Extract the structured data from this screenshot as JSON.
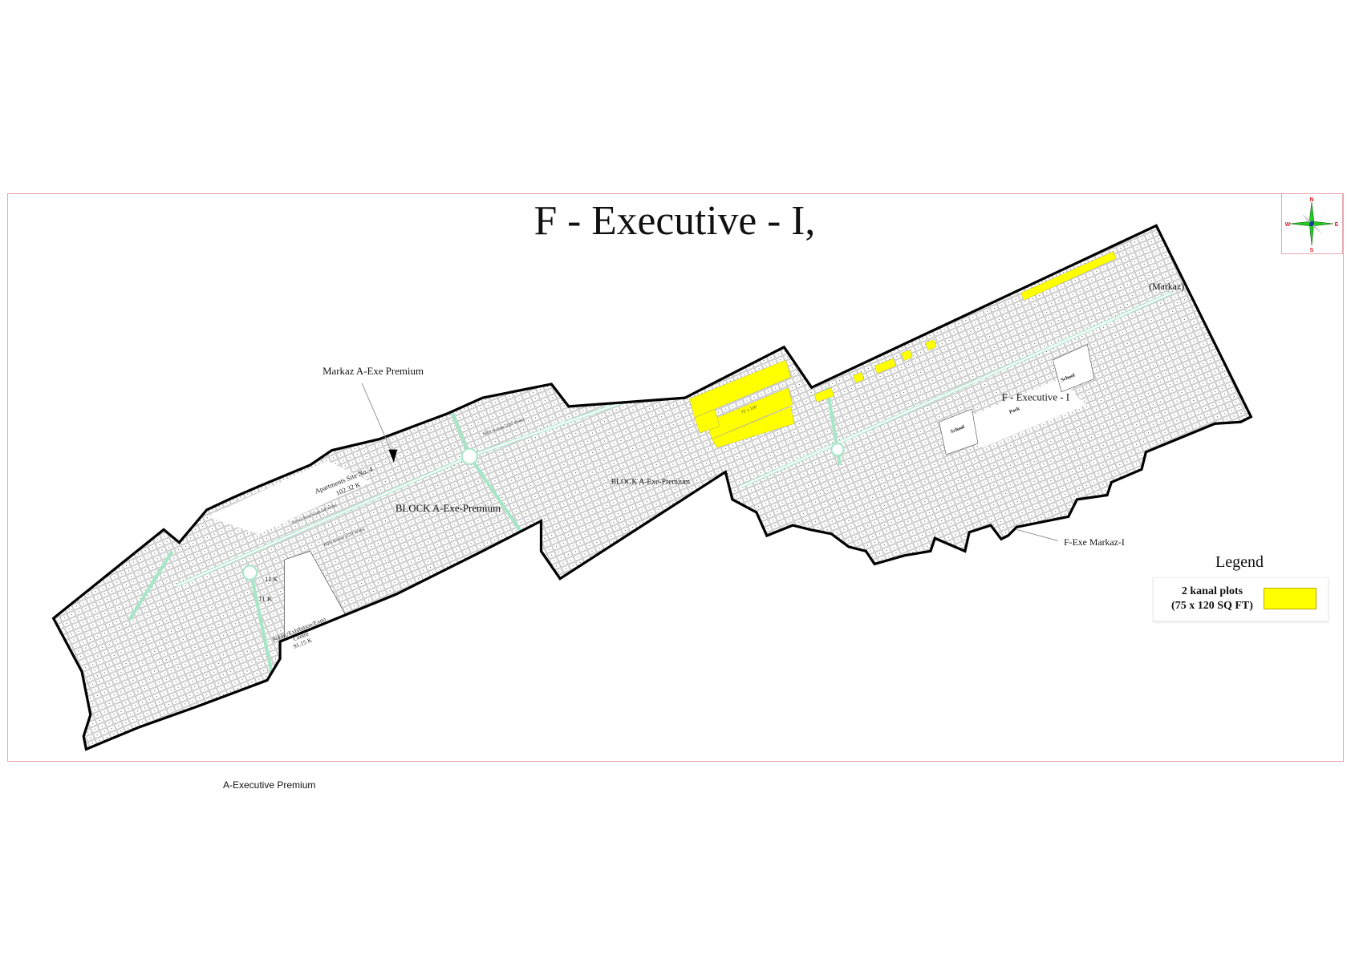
{
  "map": {
    "title": "F - Executive - I,",
    "labels": {
      "markaz_a_exe_premium": "Markaz A-Exe Premium",
      "apartments_site": "Apartments Site No. 4",
      "apartments_area": "102.32 K",
      "block_a_exe_premium_1": "BLOCK A-Exe-Premium",
      "block_a_exe_premium_2": "BLOCK A-Exe-Premium",
      "hills_avenue": "Hills Avenue (220' Wide)",
      "service_road": "Service Road South (60' Wide)",
      "public_expo": "Public/Exhibition/Expo",
      "public_expo_centre": "Centre",
      "public_expo_area": "91.15 K",
      "eleven_k_1": "11 K",
      "eleven_k_2": "11 K",
      "f_executive_i": "F - Executive - I",
      "park": "Park",
      "school_1": "School",
      "school_2": "School",
      "markaz": "(Markaz)",
      "f_exe_markaz_i": "F-Exe Markaz-I",
      "plot_size": "75' x 120'"
    },
    "compass": {
      "n": "N",
      "s": "S",
      "e": "E",
      "w": "W"
    },
    "colors": {
      "highlight": "#ffff00",
      "road": "#a8e6c8",
      "boundary": "#000000",
      "frame": "#e8a8b0",
      "compass_red": "#e0202a",
      "compass_green": "#22cc22"
    }
  },
  "legend": {
    "title": "Legend",
    "item_line1": "2 kanal plots",
    "item_line2": "(75 x 120 SQ FT)"
  },
  "footer": {
    "caption": "A-Executive Premium"
  }
}
